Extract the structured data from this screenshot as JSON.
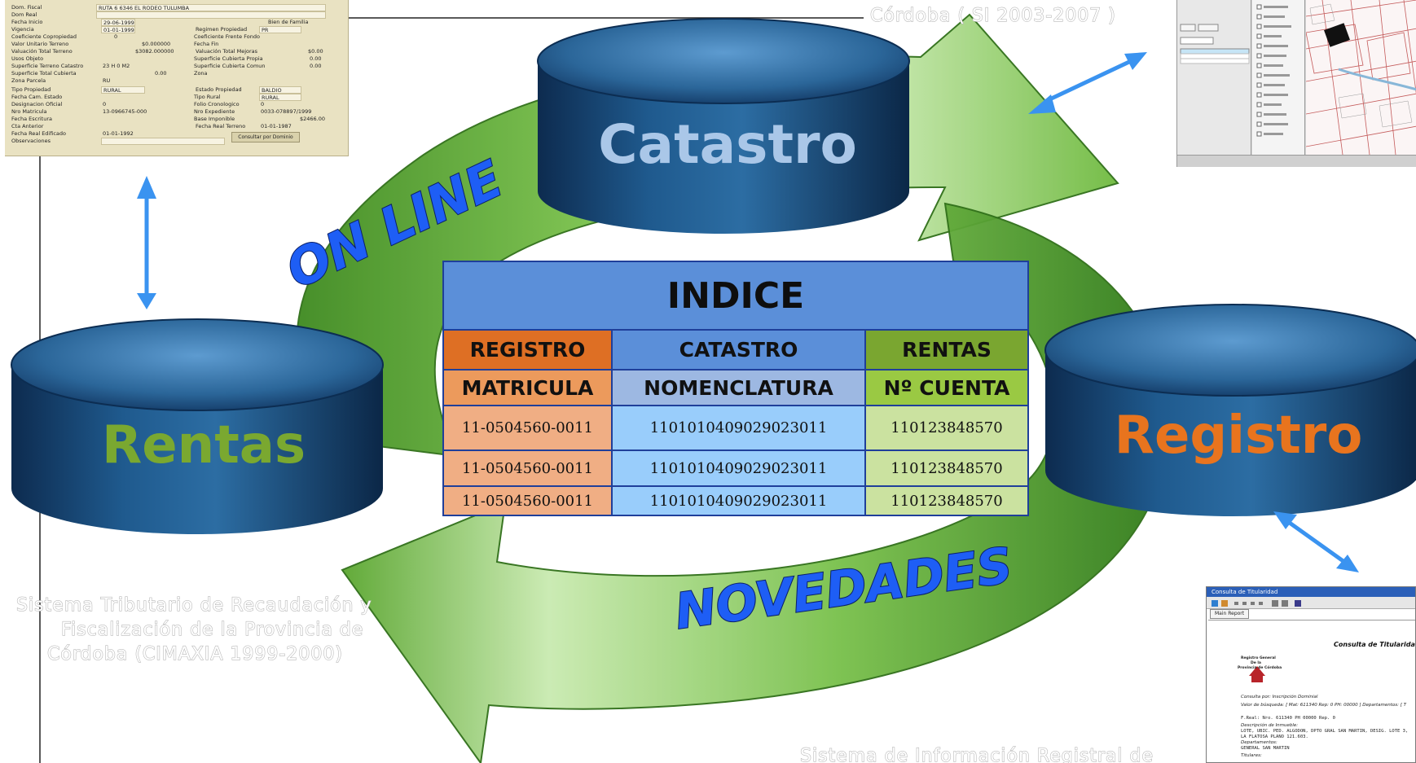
{
  "colors": {
    "arrow_green_light": "#b5e196",
    "arrow_green_dark": "#4f9a2a",
    "db_blue_top": "#3b7bb0",
    "db_blue_body": "#123a66",
    "double_arrow": "#3a93f0",
    "rentas_label": "#7aa830",
    "catastro_label": "#aac7e8",
    "registro_label": "#e8741e",
    "slogan_fill": "#1e5ef5"
  },
  "databases": {
    "catastro": {
      "label": "Catastro"
    },
    "rentas": {
      "label": "Rentas"
    },
    "registro": {
      "label": "Registro"
    }
  },
  "slogans": {
    "online": "ON LINE",
    "novedades": "NOVEDADES"
  },
  "indice": {
    "title": "INDICE",
    "columns": [
      {
        "header": "REGISTRO",
        "subheader": "MATRICULA"
      },
      {
        "header": "CATASTRO",
        "subheader": "NOMENCLATURA"
      },
      {
        "header": "RENTAS",
        "subheader": "Nº CUENTA"
      }
    ],
    "rows": [
      [
        "11-0504560-0011",
        "1101010409029023011",
        "110123848570"
      ],
      [
        "11-0504560-0011",
        "1101010409029023011",
        "110123848570"
      ],
      [
        "11-0504560-0011",
        "1101010409029023011",
        "110123848570"
      ]
    ]
  },
  "captions": {
    "catastro_line1": "Córdoba ( SI  2003-2007 )",
    "rentas_line1": "Sistema Tributario de Recaudación y",
    "rentas_line2": "Fiscalización de la Provincia de",
    "rentas_line3": "Córdoba (CIMAXIA 1999-2000)",
    "registro_line1": "Sistema de Información Registral de"
  },
  "rentas_screen": {
    "rows": [
      {
        "label": "Dom. Fiscal",
        "value": "RUTA 6 6346 EL RODEO TULUMBA"
      },
      {
        "label": "Dom Real",
        "value": ""
      },
      {
        "label": "Fecha Inicio",
        "value": "29-06-1999"
      },
      {
        "label": "Vigencia",
        "value": "01-01-1999"
      },
      {
        "label": "Coeficiente Copropiedad",
        "value": "0"
      },
      {
        "label": "Valor Unitario Terreno",
        "value": "$0.000000"
      },
      {
        "label": "Valuación Total Terreno",
        "value": "$3082.000000"
      },
      {
        "label": "Usos Objeto",
        "value": ""
      },
      {
        "label": "Superficie Terreno Catastro",
        "value": "23 H 0 M2"
      },
      {
        "label": "Superficie Total Cubierta",
        "value": "0.00"
      },
      {
        "label": "Zona Parcela",
        "value": "RU"
      },
      {
        "label": "Tipo Propiedad",
        "value": "RURAL"
      },
      {
        "label": "Fecha Cam. Estado",
        "value": ""
      },
      {
        "label": "Designacion Oficial",
        "value": "0"
      },
      {
        "label": "Nro Matricula",
        "value": "13-0966745-000"
      },
      {
        "label": "Fecha Escritura",
        "value": ""
      },
      {
        "label": "Cta Anterior",
        "value": ""
      },
      {
        "label": "Fecha Real Edificado",
        "value": "01-01-1992"
      },
      {
        "label": "Observaciones",
        "value": ""
      }
    ],
    "right_rows": [
      {
        "label": "Bien de Familia",
        "value": ""
      },
      {
        "label": "Regimen Propiedad",
        "value": "PR"
      },
      {
        "label": "Coeficiente Frente Fondo",
        "value": ""
      },
      {
        "label": "Fecha Fin",
        "value": ""
      },
      {
        "label": "Valuación Total Mejoras",
        "value": "$0.00"
      },
      {
        "label": "Superficie Cubierta Propia",
        "value": "0.00"
      },
      {
        "label": "Superficie Cubierta Comun",
        "value": "0.00"
      },
      {
        "label": "Zona",
        "value": ""
      },
      {
        "label": "Estado Propiedad",
        "value": "BALDIO"
      },
      {
        "label": "Tipo Rural",
        "value": "RURAL"
      },
      {
        "label": "Folio Cronologico",
        "value": "0"
      },
      {
        "label": "Nro Expediente",
        "value": "0033-078897/1999"
      },
      {
        "label": "Base Imponible",
        "value": "$2466.00"
      },
      {
        "label": "Fecha Real Terreno",
        "value": "01-01-1987"
      }
    ],
    "button": "Consultar por Dominio"
  },
  "registro_screen": {
    "window_title": "Consulta de Titularidad",
    "tab": "Main Report",
    "report_title": "Consulta de Titularidad de D",
    "org_line1": "Registro General",
    "org_line2": "De la",
    "org_line3": "Provincia de Córdoba",
    "lines": [
      "Consulta por: Inscripción Dominial",
      "Valor de búsqueda: [ Mat: 611340 Rep: 0 PH: 00000 ]   Departamentos: [ T",
      "F.Real:    Nro.   611340   PH  00000  Rep.  0",
      "Descripción de Inmueble:",
      "LOTE, UBIC. PED. ALGODON, DPTO GRAL SAN MARTIN, DESIG. LOTE 3,",
      "LA FLATOSA PLANO 121.603.",
      "Departamentos:",
      "GENERAL SAN MARTIN",
      "Titulares:"
    ]
  }
}
